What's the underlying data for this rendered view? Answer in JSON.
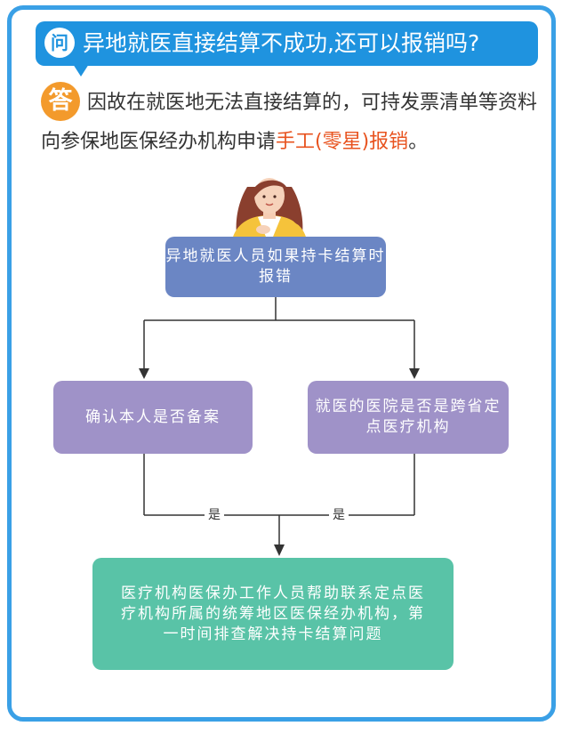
{
  "question": {
    "badge": "问",
    "text": "异地就医直接结算不成功,还可以报销吗?"
  },
  "answer": {
    "badge": "答",
    "text_before": "因故在就医地无法直接结算的，可持发票清单等资料向参保地医保经办机构申请",
    "text_highlight": "手工(零星)报销",
    "text_after": "。"
  },
  "flow": {
    "start": "异地就医人员如果持卡结算时报错",
    "left": "确认本人是否备案",
    "right": "就医的医院是否是跨省定点医疗机构",
    "yes_left": "是",
    "yes_right": "是",
    "end": "医疗机构医保办工作人员帮助联系定点医疗机构所属的统筹地区医保经办机构，第一时间排查解决持卡结算问题"
  },
  "colors": {
    "border": "#3aa0e6",
    "question_bg": "#1f93df",
    "answer_badge": "#f39a2c",
    "highlight": "#e8531f",
    "start_box": "#6b86c4",
    "check_box": "#9f92c8",
    "end_box": "#59c3a7"
  }
}
